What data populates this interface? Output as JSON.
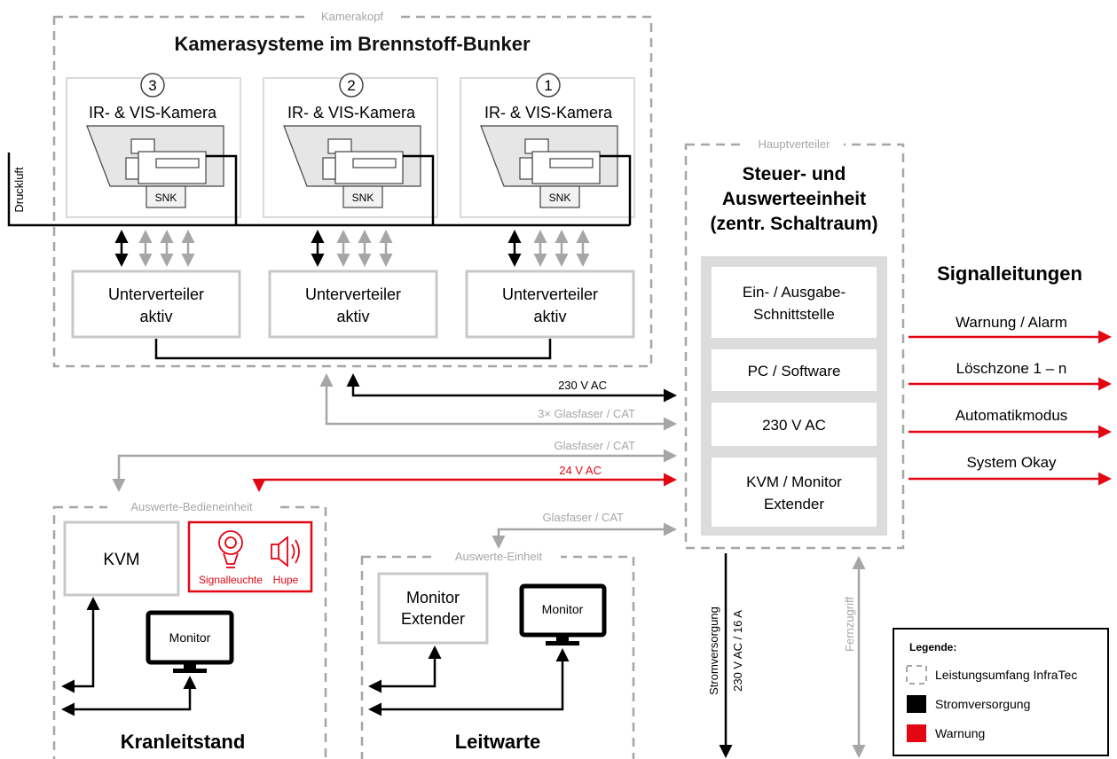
{
  "camera_head": {
    "group_label": "Kamerakopf",
    "title": "Kamerasysteme im Brennstoff-Bunker",
    "druckluft": "Druckluft",
    "cameras": [
      {
        "number": "3",
        "label": "IR- & VIS-Kamera",
        "snk": "SNK"
      },
      {
        "number": "2",
        "label": "IR- & VIS-Kamera",
        "snk": "SNK"
      },
      {
        "number": "1",
        "label": "IR- & VIS-Kamera",
        "snk": "SNK"
      }
    ],
    "subdistributors": [
      {
        "line1": "Unterverteiler",
        "line2": "aktiv"
      },
      {
        "line1": "Unterverteiler",
        "line2": "aktiv"
      },
      {
        "line1": "Unterverteiler",
        "line2": "aktiv"
      }
    ]
  },
  "connections": {
    "power_230": "230 V AC",
    "fiber_3x": "3× Glasfaser / CAT",
    "fiber_a": "Glasfaser / CAT",
    "ac_24": "24 V AC",
    "fiber_b": "Glasfaser / CAT",
    "stromversorgung": "Stromversorgung",
    "power_main": "230 V AC / 16 A",
    "fernzugriff": "Fernzugriff"
  },
  "main_distributor": {
    "group_label": "Hauptverteiler",
    "title_lines": [
      "Steuer- und",
      "Auswerteeinheit",
      "(zentr. Schaltraum)"
    ],
    "modules": [
      {
        "lines": [
          "Ein- / Ausgabe-",
          "Schnittstelle"
        ]
      },
      {
        "lines": [
          "PC / Software"
        ]
      },
      {
        "lines": [
          "230 V AC"
        ]
      },
      {
        "lines": [
          "KVM / Monitor",
          "Extender"
        ]
      }
    ]
  },
  "signals": {
    "title": "Signalleitungen",
    "items": [
      "Warnung / Alarm",
      "Löschzone 1 – n",
      "Automatikmodus",
      "System Okay"
    ]
  },
  "operator_unit": {
    "group_label": "Auswerte-Bedieneinheit",
    "kvm": "KVM",
    "signal_light": "Signalleuchte",
    "horn": "Hupe",
    "monitor": "Monitor",
    "location": "Kranleitstand"
  },
  "evaluation_unit": {
    "group_label": "Auswerte-Einheit",
    "extender_lines": [
      "Monitor",
      "Extender"
    ],
    "monitor": "Monitor",
    "location": "Leitwarte"
  },
  "legend": {
    "title": "Legende:",
    "items": [
      {
        "label": "Leistungsumfang InfraTec",
        "kind": "dashed"
      },
      {
        "label": "Stromversorgung",
        "color": "#000000"
      },
      {
        "label": "Warnung",
        "color": "#e30613"
      }
    ]
  },
  "colors": {
    "black": "#000000",
    "gray": "#a6a6a6",
    "red": "#e30613",
    "light_gray": "#dadada"
  }
}
